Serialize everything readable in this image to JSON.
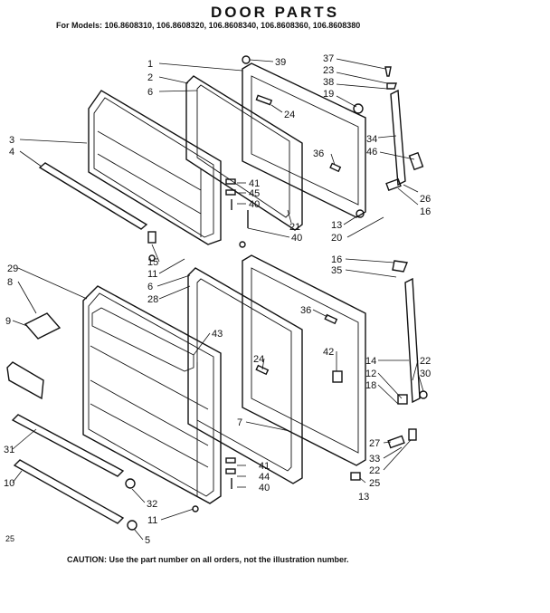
{
  "title": "DOOR PARTS",
  "models_line": "For Models: 106.8608310, 106.8608320, 106.8608340, 106.8608360, 106.8608380",
  "caution": "CAUTION: Use the part number on all orders, not the illustration number.",
  "page_number": "25",
  "callouts": {
    "c1": "1",
    "c2": "2",
    "c6": "6",
    "c39": "39",
    "c37": "37",
    "c23": "23",
    "c38": "38",
    "c19": "19",
    "c24a": "24",
    "c36a": "36",
    "c34": "34",
    "c46": "46",
    "c26": "26",
    "c16a": "16",
    "c3": "3",
    "c4": "4",
    "c41a": "41",
    "c45": "45",
    "c40a": "40",
    "c21": "21",
    "c40b": "40",
    "c13a": "13",
    "c20": "20",
    "c15": "15",
    "c11a": "11",
    "c6b": "6",
    "c29": "29",
    "c8": "8",
    "c28": "28",
    "c16b": "16",
    "c35": "35",
    "c36b": "36",
    "c9": "9",
    "c43": "43",
    "c42": "42",
    "c14": "14",
    "c22a": "22",
    "c30": "30",
    "c12": "12",
    "c18": "18",
    "c24b": "24",
    "c7": "7",
    "c27": "27",
    "c33": "33",
    "c22b": "22",
    "c25": "25",
    "c41b": "41",
    "c44": "44",
    "c40c": "40",
    "c31": "31",
    "c10": "10",
    "c32": "32",
    "c11b": "11",
    "c5": "5",
    "c13b": "13"
  }
}
